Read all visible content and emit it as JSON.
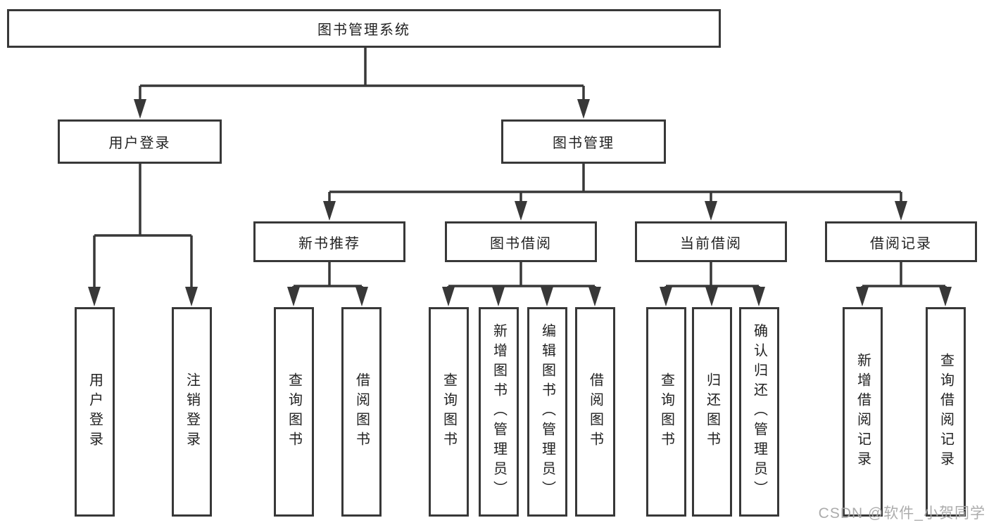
{
  "diagram": {
    "type": "hierarchy-tree",
    "root": {
      "label": "图书管理系统",
      "children": [
        {
          "label": "用户登录",
          "children": [
            {
              "label": "用户登录"
            },
            {
              "label": "注销登录"
            }
          ]
        },
        {
          "label": "图书管理",
          "children": [
            {
              "label": "新书推荐",
              "children": [
                {
                  "label": "查询图书"
                },
                {
                  "label": "借阅图书"
                }
              ]
            },
            {
              "label": "图书借阅",
              "children": [
                {
                  "label": "查询图书"
                },
                {
                  "label": "新增图书（管理员）"
                },
                {
                  "label": "编辑图书（管理员）"
                },
                {
                  "label": "借阅图书"
                }
              ]
            },
            {
              "label": "当前借阅",
              "children": [
                {
                  "label": "查询图书"
                },
                {
                  "label": "归还图书"
                },
                {
                  "label": "确认归还（管理员）"
                }
              ]
            },
            {
              "label": "借阅记录",
              "children": [
                {
                  "label": "新增借阅记录"
                },
                {
                  "label": "查询借阅记录"
                }
              ]
            }
          ]
        }
      ]
    },
    "watermark": "CSDN @软件_小贺同学",
    "colors": {
      "line": "#383838",
      "box_border": "#383838",
      "text": "#222222",
      "watermark": "#a8a8a8",
      "background": "#ffffff"
    }
  }
}
